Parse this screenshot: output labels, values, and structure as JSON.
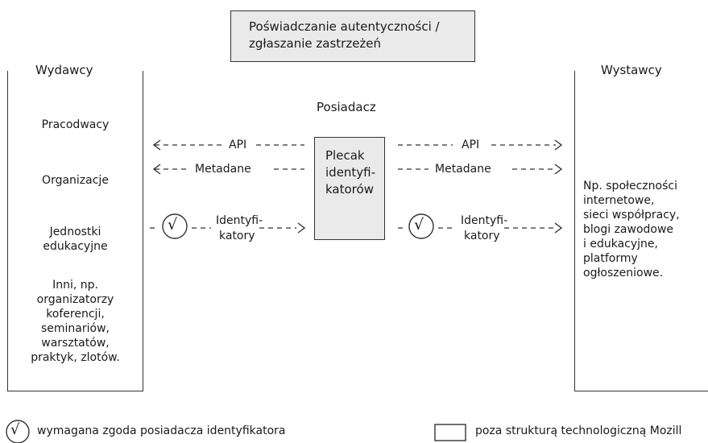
{
  "top_box": {
    "line1": "Poświadczanie autentyczności /",
    "line2": "zgłaszanie zastrzeżeń"
  },
  "left_panel": {
    "title": "Wydawcy",
    "items": [
      "Pracodwacy",
      "Organizacje",
      "Jednostki\nedukacyjne",
      "Inni, np.\norganizatorzy\nkoferencji,\nseminariów,\nwarsztatów,\npraktyk, zlotów."
    ]
  },
  "right_panel": {
    "title": "Wystawcy",
    "text": "Np. społeczności\ninternetowe,\nsieci współpracy,\nblogi zawodowe\ni edukacyjne,\nplatformy\nogłoszeniowe."
  },
  "center": {
    "holder_label": "Posiadacz",
    "box_text": "Plecak\nidentyfi-\nkatorów"
  },
  "arrows": {
    "api": "API",
    "metadata": "Metadane",
    "identifiers_line1": "Identyfi-",
    "identifiers_line2": "katory"
  },
  "legend": {
    "consent": "wymagana zgoda posiadacza identyfikatora",
    "outside": "poza strukturą technologiczną Mozill",
    "consent_symbol": "√"
  }
}
